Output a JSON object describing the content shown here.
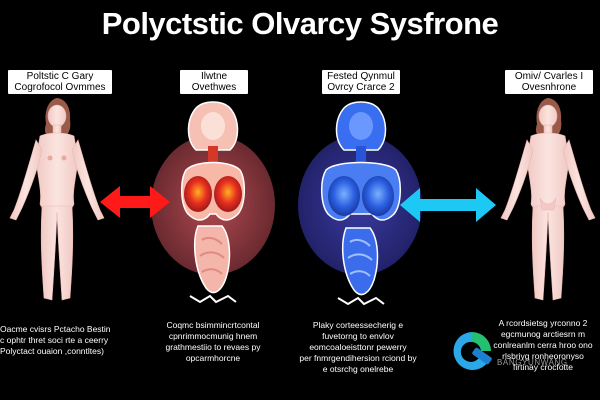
{
  "title": "Polyctstic Olvarcy Sysfrone",
  "labels": {
    "far_left": [
      "Poltstic C Gary",
      "Cogrofocol Ovmmes"
    ],
    "mid_left": [
      "Ilwtne",
      "Ovethwes"
    ],
    "mid_right": [
      "Fested Qynmul",
      "Ovrcy Crarce 2"
    ],
    "far_right": [
      "Omiv/ Cvarles I",
      "Ovesnhrone"
    ]
  },
  "captions": {
    "far_left": [
      "Oacme cvisrs Pctacho Bestin",
      "c ophtr thret soci rte a ceerry",
      "Polyctact ouaion ,conntltes)"
    ],
    "mid_left": [
      "Coqmc bsimmincrtcontal",
      "cpnrimmocmunig hnem",
      "grathmestiio to revaes py",
      "opcarmhorcne"
    ],
    "mid_right": [
      "Plaky   corteessecherig e",
      "fuvetorng to envlov",
      "eomcoaloeisttonr pewerry",
      "per fnmrgendihersion rciond by",
      "e otsrchg onelrebe"
    ],
    "far_right": [
      "A rcordsietsg yrconno 2",
      "egcmunog arctiesrn m",
      "conlreanlm cerra hroo ono",
      "rlsbriyg ronheoronyso",
      "firtinay crocfotte"
    ]
  },
  "watermark": {
    "text": "BANGYUNWANG",
    "icon": "q-logo-icon"
  },
  "colors": {
    "background": "#000000",
    "red_arrow": "#ff1a1a",
    "cyan_arrow": "#1ec8f5",
    "red_halo": "#7a2d33",
    "blue_halo": "#2a2a80",
    "skin": "#f4d4d0",
    "uterus_red": "#e0302a",
    "uterus_blue": "#2a62e8"
  }
}
